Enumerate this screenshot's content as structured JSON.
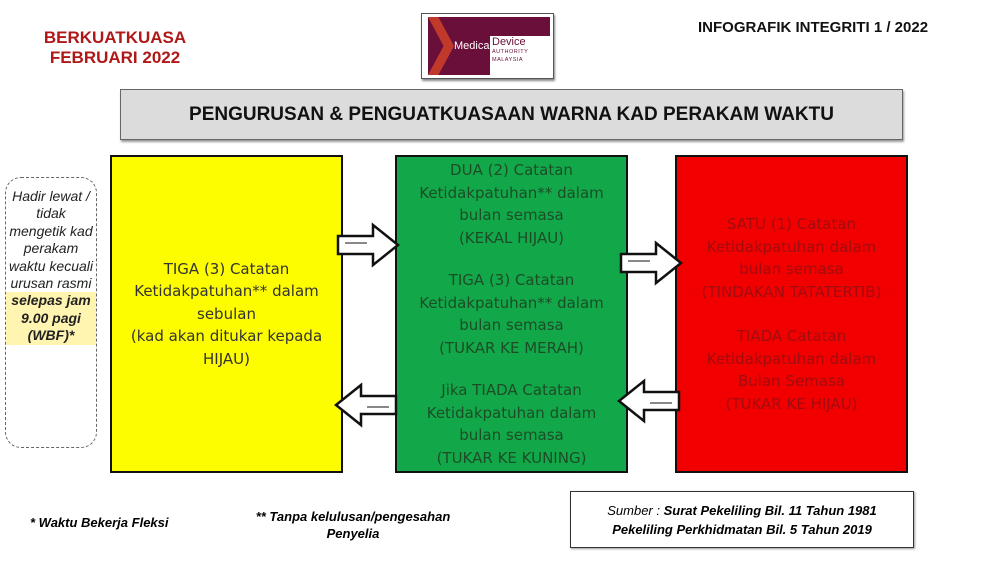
{
  "header": {
    "effective_line1": "BERKUATKUASA",
    "effective_line2": "FEBRUARI 2022",
    "series": "INFOGRAFIK INTEGRITI 1 / 2022",
    "logo": {
      "word1": "Medical",
      "word2": "Device",
      "word3": "AUTHORITY",
      "word4": "MALAYSIA"
    },
    "title": "PENGURUSAN & PENGUATKUASAAN WARNA KAD PERAKAM WAKTU"
  },
  "note": {
    "text": "Hadir lewat / tidak mengetik kad perakam waktu kecuali urusan rasmi",
    "highlight": "selepas jam 9.00 pagi (WBF)*"
  },
  "cards": {
    "yellow": {
      "color": "#fdfd00",
      "lines": [
        "TIGA (3) Catatan",
        "Ketidakpatuhan** dalam",
        "sebulan",
        "(kad akan ditukar kepada",
        "HIJAU)"
      ]
    },
    "green": {
      "color": "#12a84a",
      "block1": [
        "DUA (2) Catatan",
        "Ketidakpatuhan** dalam",
        "bulan semasa",
        "(KEKAL HIJAU)"
      ],
      "block2": [
        "TIGA (3) Catatan",
        "Ketidakpatuhan** dalam",
        "bulan semasa",
        "(TUKAR KE MERAH)"
      ],
      "block3": [
        "Jika TIADA Catatan",
        "Ketidakpatuhan dalam",
        "bulan semasa",
        "(TUKAR KE KUNING)"
      ]
    },
    "red": {
      "color": "#f20000",
      "block1": [
        "SATU (1) Catatan",
        "Ketidakpatuhan dalam",
        "bulan semasa",
        "(TINDAKAN TATATERTIB)"
      ],
      "block2": [
        "TIADA Catatan",
        "Ketidakpatuhan dalam",
        "Bulan Semasa",
        "(TUKAR KE HIJAU)"
      ]
    }
  },
  "footer": {
    "footnote1": "* Waktu Bekerja Fleksi",
    "footnote2": "** Tanpa kelulusan/pengesahan Penyelia",
    "source_label": "Sumber :",
    "source1": "Surat Pekeliling Bil. 11 Tahun 1981",
    "source2": "Pekeliling Perkhidmatan Bil. 5 Tahun 2019"
  }
}
